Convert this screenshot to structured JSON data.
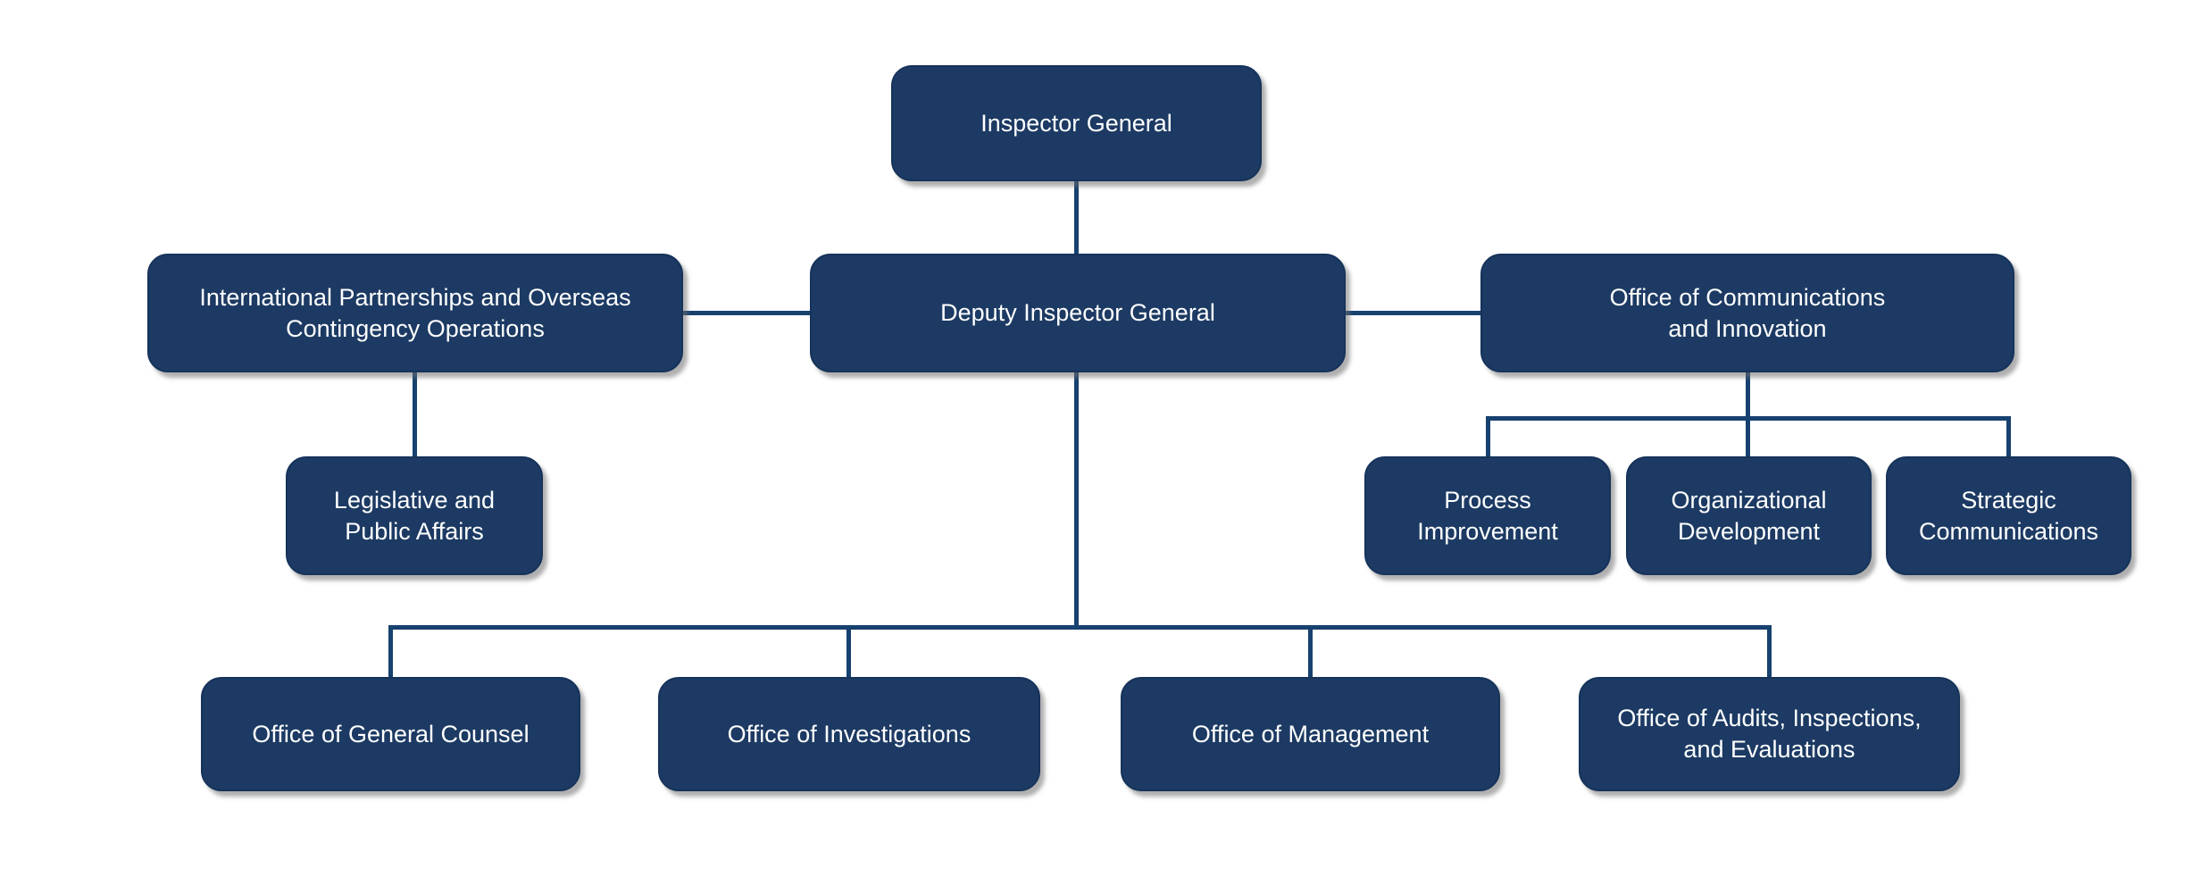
{
  "colors": {
    "background": "#ffffff",
    "box_fill": "#1c3a63",
    "box_border": "#16335a",
    "line_color": "#17416f",
    "text_color": "#ffffff"
  },
  "nodes": {
    "inspector_general": {
      "label": "Inspector General"
    },
    "intl_partnerships": {
      "label": "International Partnerships and Overseas\nContingency Operations"
    },
    "deputy_inspector_general": {
      "label": "Deputy Inspector General"
    },
    "office_communications_innovation": {
      "label": "Office of Communications\nand Innovation"
    },
    "legislative_public_affairs": {
      "label": "Legislative and\nPublic Affairs"
    },
    "process_improvement": {
      "label": "Process\nImprovement"
    },
    "organizational_development": {
      "label": "Organizational\nDevelopment"
    },
    "strategic_communications": {
      "label": "Strategic\nCommunications"
    },
    "office_general_counsel": {
      "label": "Office of General Counsel"
    },
    "office_investigations": {
      "label": "Office of Investigations"
    },
    "office_management": {
      "label": "Office of Management"
    },
    "office_audits_inspections_evaluations": {
      "label": "Office of Audits, Inspections,\nand Evaluations"
    }
  },
  "edges": [
    [
      "inspector_general",
      "deputy_inspector_general"
    ],
    [
      "intl_partnerships",
      "deputy_inspector_general"
    ],
    [
      "deputy_inspector_general",
      "office_communications_innovation"
    ],
    [
      "intl_partnerships",
      "legislative_public_affairs"
    ],
    [
      "office_communications_innovation",
      "process_improvement"
    ],
    [
      "office_communications_innovation",
      "organizational_development"
    ],
    [
      "office_communications_innovation",
      "strategic_communications"
    ],
    [
      "deputy_inspector_general",
      "office_general_counsel"
    ],
    [
      "deputy_inspector_general",
      "office_investigations"
    ],
    [
      "deputy_inspector_general",
      "office_management"
    ],
    [
      "deputy_inspector_general",
      "office_audits_inspections_evaluations"
    ]
  ]
}
